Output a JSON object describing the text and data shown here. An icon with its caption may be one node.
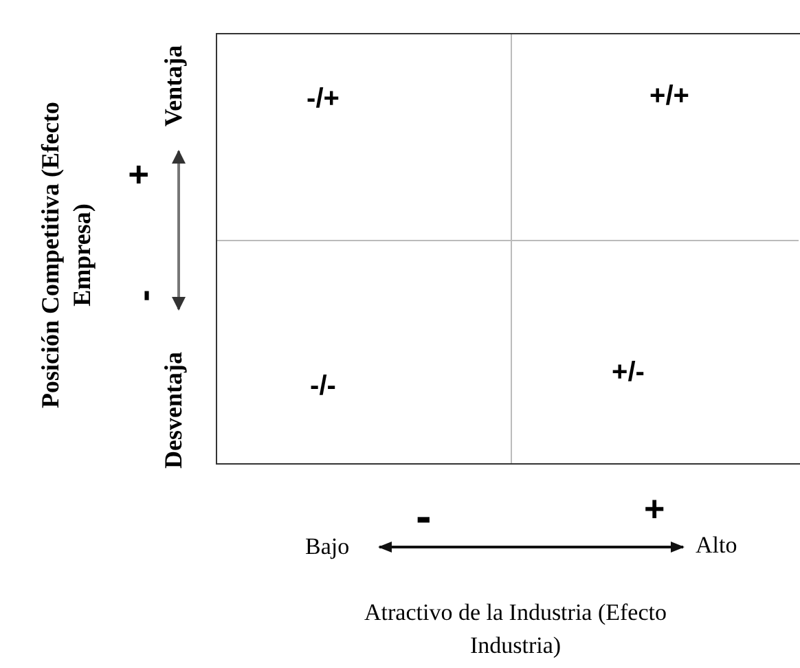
{
  "diagram": {
    "nodes": [
      {
        "text": [
          "-/+"
        ]
      },
      {
        "text": [
          "+/+"
        ]
      },
      {
        "text": [
          "-/-"
        ]
      },
      {
        "text": [
          "+/-"
        ]
      }
    ],
    "labels": [
      "Posición Competitiva (Efecto Empresa)",
      "Ventaja",
      "+",
      "-",
      "Desventaja",
      "-",
      "+",
      "Bajo",
      "Alto",
      "Atractivo de la Industria (Efecto Industria)"
    ]
  }
}
